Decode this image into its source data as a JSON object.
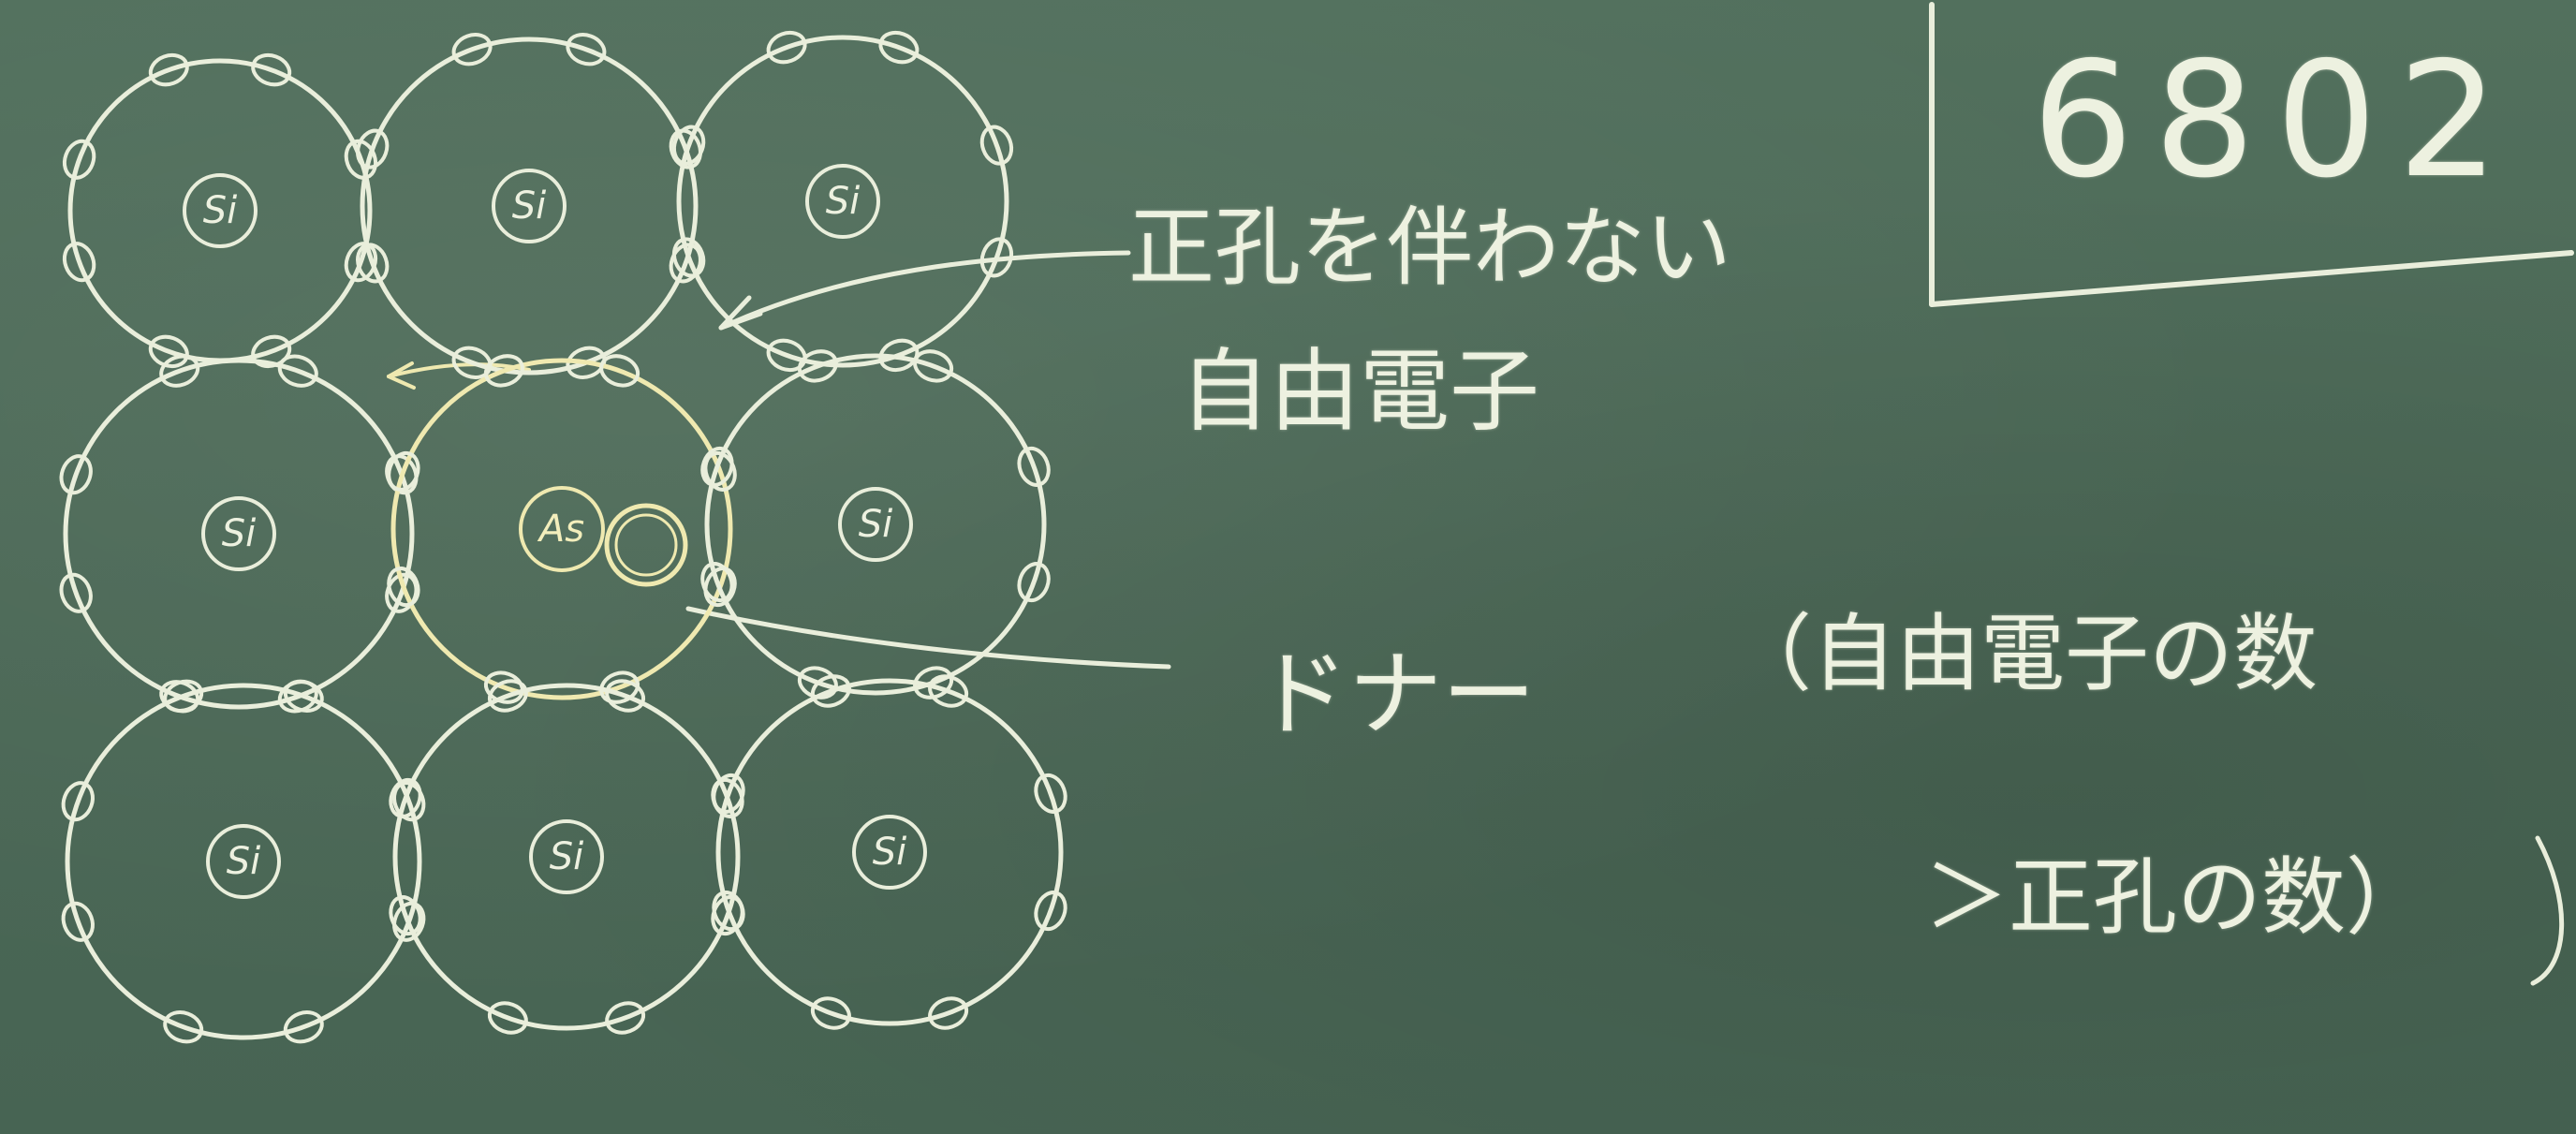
{
  "board": {
    "number": "6802",
    "label_no_hole_line1": "正孔を伴わない",
    "label_no_hole_line2": "自由電子",
    "donor_label": "ドナー",
    "donor_note_line1": "（自由電子の数",
    "donor_note_line2": "＞正孔の数）"
  },
  "lattice": {
    "atoms": [
      "Si",
      "Si",
      "Si",
      "Si",
      "As",
      "Si",
      "Si",
      "Si",
      "Si"
    ]
  },
  "colors": {
    "board": "#4d6b58",
    "chalk_white": "#e9eedb",
    "chalk_yellow": "#efe9b0"
  }
}
